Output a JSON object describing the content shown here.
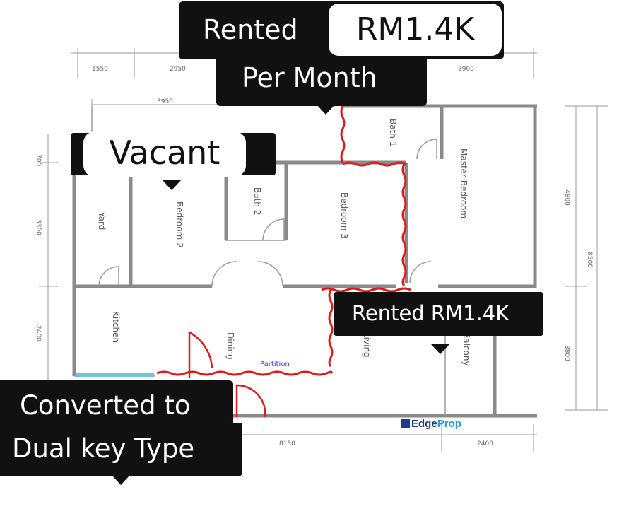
{
  "callouts": {
    "top": {
      "text": "Rented",
      "badge": "RM1.4K",
      "line2": "Per Month"
    },
    "vacant": {
      "text": "Vacant"
    },
    "right": {
      "text": "Rented RM1.4K"
    },
    "bottom": {
      "line1": "Converted to",
      "line2": "Dual key Type"
    }
  },
  "plan": {
    "rooms": {
      "bath1": "Bath 1",
      "master": "Master Bedroom",
      "bedroom2": "Bedroom 2",
      "bath2": "Bath 2",
      "bedroom3": "Bedroom 3",
      "yard": "Yard",
      "kitchen": "Kitchen",
      "dining": "Dining",
      "living": "Living",
      "balcony": "Balcony",
      "partition": "Partition"
    },
    "dimensions": {
      "top1": "1550",
      "top2": "2950",
      "top3": "3900",
      "top4": "3950",
      "left1": "700",
      "left2": "3300",
      "left3": "2400",
      "right1": "4800",
      "right2": "3800",
      "right3": "8500",
      "bottom1": "8150",
      "bottom2": "2400"
    }
  },
  "watermark": {
    "brand_edge": "Edge",
    "brand_prop": "Prop"
  },
  "colors": {
    "callout_bg": "#111111",
    "callout_text": "#ffffff",
    "partition_line": "#e01a1a",
    "brand": "#1d3c8c"
  }
}
